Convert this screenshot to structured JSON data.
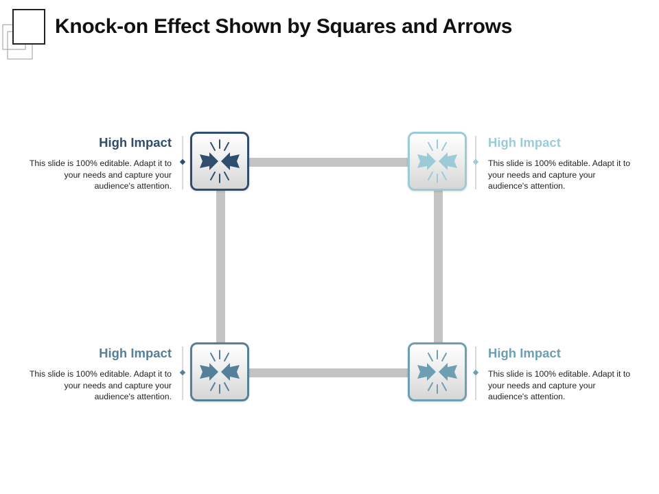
{
  "title": "Knock-on Effect Shown by Squares and Arrows",
  "colors": {
    "dark_blue": "#2f4d6c",
    "light_blue": "#9ccbd8",
    "mid_blue": "#567f99",
    "teal": "#6d9eb1",
    "connector": "#c4c4c4",
    "text": "#222222"
  },
  "items": [
    {
      "heading": "High Impact",
      "text": "This slide is 100% editable. Adapt it to your needs and capture your audience's attention.",
      "color": "#2f4d6c",
      "icon": "converging-arrows-icon"
    },
    {
      "heading": "High Impact",
      "text": "This slide is 100% editable. Adapt it to your needs and capture your audience's attention.",
      "color": "#9ccbd8",
      "icon": "converging-arrows-icon"
    },
    {
      "heading": "High Impact",
      "text": "This slide is 100% editable. Adapt it to your needs and capture your audience's attention.",
      "color": "#567f99",
      "icon": "converging-arrows-icon"
    },
    {
      "heading": "High Impact",
      "text": "This slide is 100% editable. Adapt it to your needs and capture your audience's attention.",
      "color": "#6d9eb1",
      "icon": "converging-arrows-icon"
    }
  ]
}
